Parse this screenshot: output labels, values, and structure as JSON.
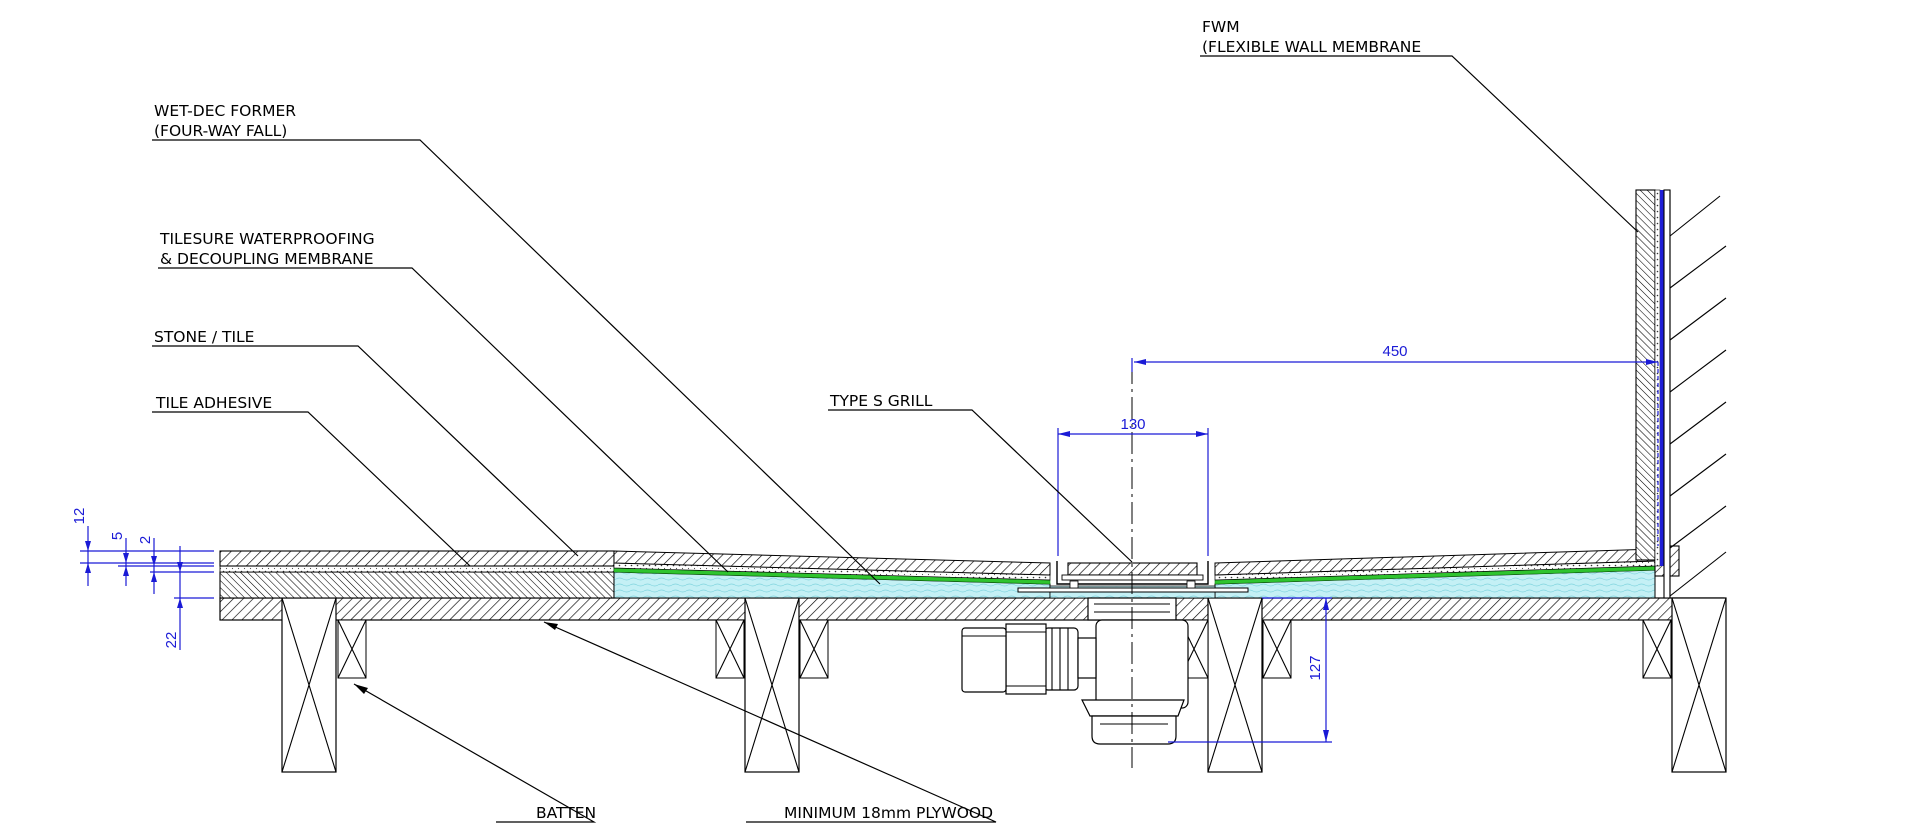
{
  "labels": {
    "fwm_1": "FWM",
    "fwm_2": "(FLEXIBLE WALL MEMBRANE",
    "former_1": "WET-DEC FORMER",
    "former_2": "(FOUR-WAY FALL)",
    "membrane_1": "TILESURE WATERPROOFING",
    "membrane_2": "& DECOUPLING MEMBRANE",
    "stone": "STONE / TILE",
    "adhesive": "TILE ADHESIVE",
    "grill": "TYPE S GRILL",
    "batten": "BATTEN",
    "plywood": "MINIMUM 18mm PLYWOOD"
  },
  "dimensions": {
    "wall_distance": "450",
    "grill_width": "130",
    "trap_depth": "127",
    "tile": "12",
    "adhesive": "5",
    "membrane": "2",
    "plywood": "22"
  },
  "colors": {
    "dimension": "#1a1ad6",
    "membrane": "#2fc42f",
    "former_fill": "#bdeef3"
  }
}
